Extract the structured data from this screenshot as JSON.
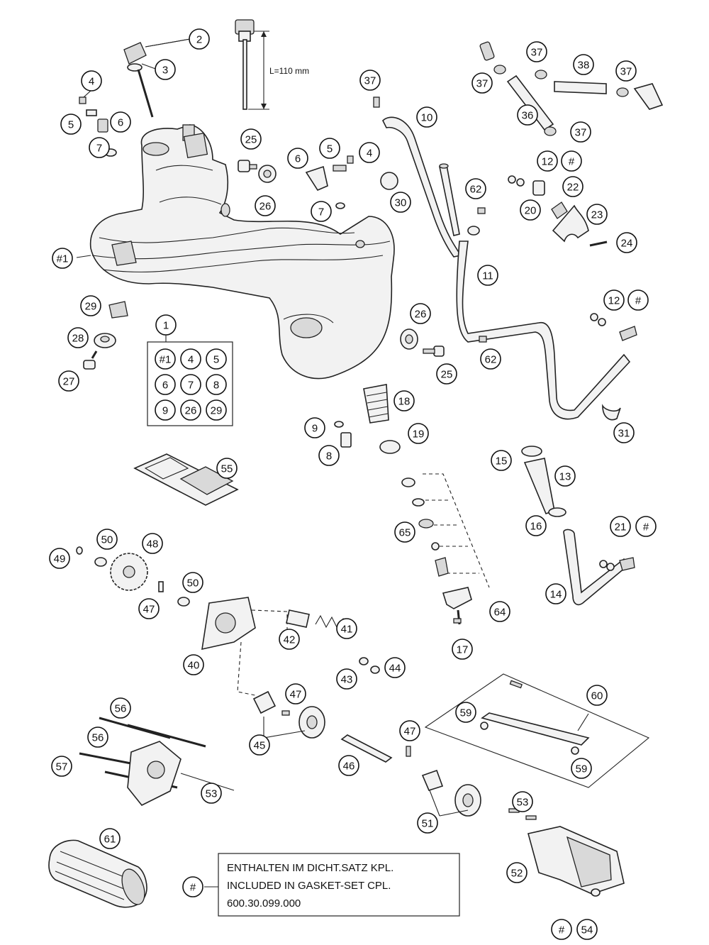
{
  "diagram": {
    "callouts": [
      {
        "id": "c2",
        "text": "2"
      },
      {
        "id": "c3",
        "text": "3"
      },
      {
        "id": "c4a",
        "text": "4"
      },
      {
        "id": "c5a",
        "text": "5"
      },
      {
        "id": "c6a",
        "text": "6"
      },
      {
        "id": "c7a",
        "text": "7"
      },
      {
        "id": "c25a",
        "text": "25"
      },
      {
        "id": "c26a",
        "text": "26"
      },
      {
        "id": "c6b",
        "text": "6"
      },
      {
        "id": "c5b",
        "text": "5"
      },
      {
        "id": "c4b",
        "text": "4"
      },
      {
        "id": "c7b",
        "text": "7"
      },
      {
        "id": "c37a",
        "text": "37"
      },
      {
        "id": "c10",
        "text": "10"
      },
      {
        "id": "c30",
        "text": "30"
      },
      {
        "id": "c37b",
        "text": "37"
      },
      {
        "id": "c38",
        "text": "38"
      },
      {
        "id": "c37c",
        "text": "37"
      },
      {
        "id": "c37d",
        "text": "37"
      },
      {
        "id": "c36",
        "text": "36"
      },
      {
        "id": "c37e",
        "text": "37"
      },
      {
        "id": "c12a",
        "text": "12"
      },
      {
        "id": "h1",
        "text": "#"
      },
      {
        "id": "c62a",
        "text": "62"
      },
      {
        "id": "c22",
        "text": "22"
      },
      {
        "id": "c20",
        "text": "20"
      },
      {
        "id": "c23",
        "text": "23"
      },
      {
        "id": "c24",
        "text": "24"
      },
      {
        "id": "c11",
        "text": "11"
      },
      {
        "id": "c12b",
        "text": "12"
      },
      {
        "id": "h2",
        "text": "#"
      },
      {
        "id": "c62b",
        "text": "62"
      },
      {
        "id": "c31",
        "text": "31"
      },
      {
        "id": "cH1a",
        "text": "#1"
      },
      {
        "id": "c29",
        "text": "29"
      },
      {
        "id": "c28",
        "text": "28"
      },
      {
        "id": "c27",
        "text": "27"
      },
      {
        "id": "c1",
        "text": "1"
      },
      {
        "id": "k1",
        "text": "#1"
      },
      {
        "id": "k2",
        "text": "4"
      },
      {
        "id": "k3",
        "text": "5"
      },
      {
        "id": "k4",
        "text": "6"
      },
      {
        "id": "k5",
        "text": "7"
      },
      {
        "id": "k6",
        "text": "8"
      },
      {
        "id": "k7",
        "text": "9"
      },
      {
        "id": "k8",
        "text": "26"
      },
      {
        "id": "k9",
        "text": "29"
      },
      {
        "id": "c26b",
        "text": "26"
      },
      {
        "id": "c25b",
        "text": "25"
      },
      {
        "id": "c18",
        "text": "18"
      },
      {
        "id": "c9",
        "text": "9"
      },
      {
        "id": "c8",
        "text": "8"
      },
      {
        "id": "c19",
        "text": "19"
      },
      {
        "id": "c55",
        "text": "55"
      },
      {
        "id": "c15",
        "text": "15"
      },
      {
        "id": "c13",
        "text": "13"
      },
      {
        "id": "c16",
        "text": "16"
      },
      {
        "id": "c21",
        "text": "21"
      },
      {
        "id": "h3",
        "text": "#"
      },
      {
        "id": "c65",
        "text": "65"
      },
      {
        "id": "c14",
        "text": "14"
      },
      {
        "id": "c64",
        "text": "64"
      },
      {
        "id": "c17",
        "text": "17"
      },
      {
        "id": "c50a",
        "text": "50"
      },
      {
        "id": "c48",
        "text": "48"
      },
      {
        "id": "c49",
        "text": "49"
      },
      {
        "id": "c50b",
        "text": "50"
      },
      {
        "id": "c47a",
        "text": "47"
      },
      {
        "id": "c40",
        "text": "40"
      },
      {
        "id": "c42",
        "text": "42"
      },
      {
        "id": "c41",
        "text": "41"
      },
      {
        "id": "c43",
        "text": "43"
      },
      {
        "id": "c44",
        "text": "44"
      },
      {
        "id": "c47b",
        "text": "47"
      },
      {
        "id": "c45",
        "text": "45"
      },
      {
        "id": "c46",
        "text": "46"
      },
      {
        "id": "c47c",
        "text": "47"
      },
      {
        "id": "c60",
        "text": "60"
      },
      {
        "id": "c59a",
        "text": "59"
      },
      {
        "id": "c59b",
        "text": "59"
      },
      {
        "id": "c56a",
        "text": "56"
      },
      {
        "id": "c56b",
        "text": "56"
      },
      {
        "id": "c57",
        "text": "57"
      },
      {
        "id": "c53a",
        "text": "53"
      },
      {
        "id": "c53b",
        "text": "53"
      },
      {
        "id": "c51",
        "text": "51"
      },
      {
        "id": "c52",
        "text": "52"
      },
      {
        "id": "c61",
        "text": "61"
      },
      {
        "id": "h4",
        "text": "#"
      },
      {
        "id": "h5",
        "text": "#"
      },
      {
        "id": "c54",
        "text": "54"
      }
    ],
    "dipstick_length": "L=110 mm",
    "footer_note": {
      "line1": "ENTHALTEN IM DICHT.SATZ KPL.",
      "line2": "INCLUDED IN GASKET-SET CPL.",
      "line3": "600.30.099.000"
    }
  }
}
